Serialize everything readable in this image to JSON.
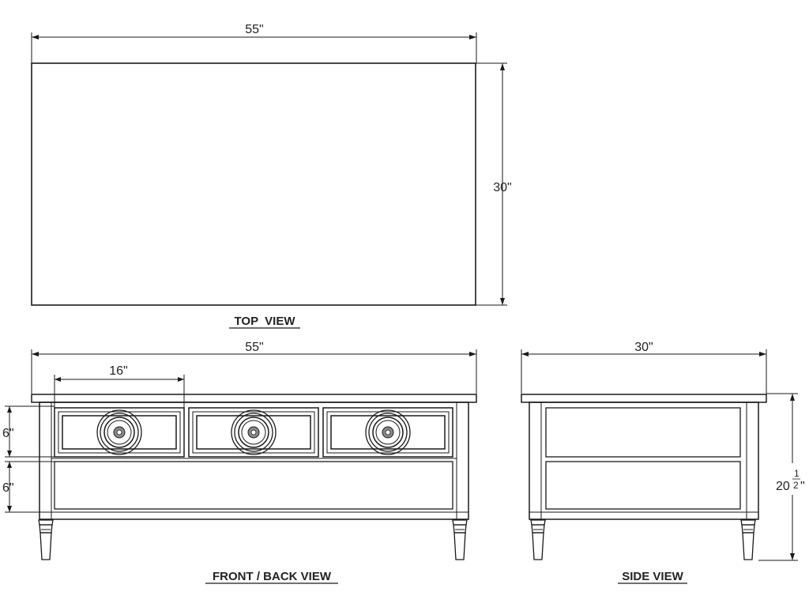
{
  "top_view": {
    "title": "TOP  VIEW",
    "width_label": "55\"",
    "depth_label": "30\""
  },
  "front_view": {
    "title": "FRONT / BACK VIEW",
    "width_label": "55\"",
    "drawer_width_label": "16\"",
    "drawer_height_label": "6\"",
    "lower_panel_height_label": "6\""
  },
  "side_view": {
    "title": "SIDE VIEW",
    "depth_label": "30\"",
    "height_whole": "20",
    "height_fraction_num": "1",
    "height_fraction_den": "2",
    "height_unit": "\""
  },
  "colors": {
    "line": "#1a1a1a",
    "background": "#ffffff",
    "medallion_fill": "#8a8a8a"
  }
}
